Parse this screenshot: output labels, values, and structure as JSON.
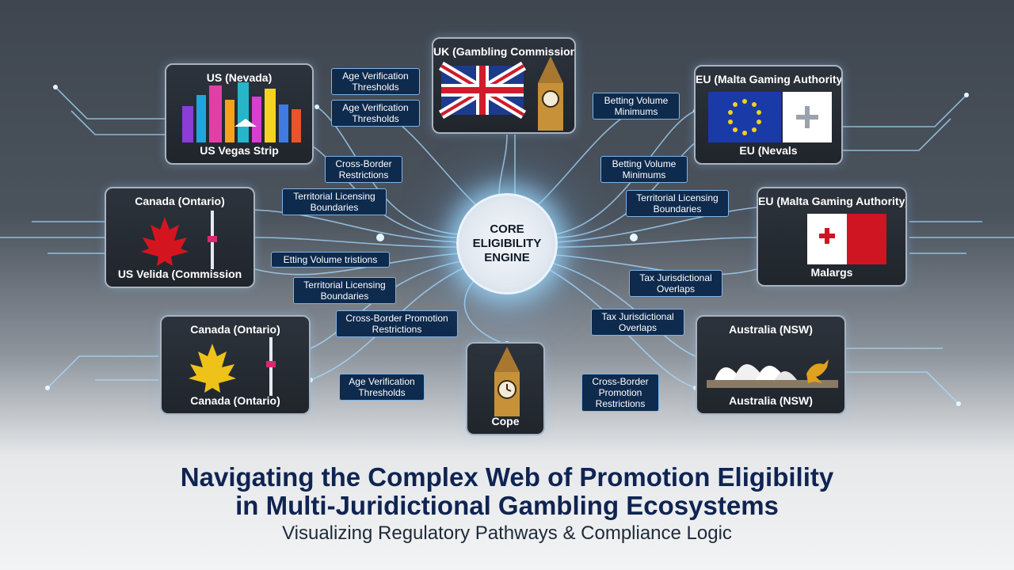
{
  "core": {
    "label": "CORE\nELIGIBILITY\nENGINE"
  },
  "cards": {
    "us_nevada": {
      "title": "US (Nevada)",
      "caption": "US Vegas Strip"
    },
    "uk": {
      "title": "UK (Gambling Commission",
      "caption": ""
    },
    "eu_malta_top": {
      "title": "EU (Malta Gaming Authority)",
      "caption": "EU (Nevals"
    },
    "canada_left": {
      "title": "Canada (Ontario)",
      "caption": "US Velida (Commission"
    },
    "eu_malta_mid": {
      "title": "EU (Malta Gaming Authority)",
      "caption": "Malargs"
    },
    "canada_bottom": {
      "title": "Canada (Ontario)",
      "caption": "Canada (Ontario)"
    },
    "cope": {
      "title": "",
      "caption": "Cope"
    },
    "australia": {
      "title": "Australia (NSW)",
      "caption": "Australia (NSW)"
    }
  },
  "labels": {
    "age_verification_1": "Age Verification\nThresholds",
    "age_verification_2": "Age Verification\nThresholds",
    "betting_volume_1": "Betting Volume\nMinimums",
    "cross_border_1": "Cross-Border\nRestrictions",
    "betting_volume_2": "Betting Volume\nMinimums",
    "territorial_left_1": "Territorial Licensing\nBoundaries",
    "territorial_right": "Territorial Licensing\nBoundaries",
    "etting_volume": "Etting Volume tristions",
    "tax_1": "Tax Jurisdictional\nOverlaps",
    "territorial_left_2": "Territorial Licensing\nBoundaries",
    "cross_border_promo_1": "Cross-Border Promotion\nRestrictions",
    "tax_2": "Tax Jurisdictional\nOverlaps",
    "age_verification_3": "Age Verification\nThresholds",
    "cross_border_promo_2": "Cross-Border\nPromotion\nRestrictions"
  },
  "headline": {
    "line1": "Navigating the Complex Web of Promotion Eligibility",
    "line2": "in Multi-Juridictional Gambling Ecosystems"
  },
  "subtitle": "Visualizing Regulatory Pathways & Compliance Logic",
  "colors": {
    "headline": "#0f2452",
    "label_bg": "#0e2a4d",
    "wire": "#9fd8ff",
    "card_bg": "#22272e"
  }
}
